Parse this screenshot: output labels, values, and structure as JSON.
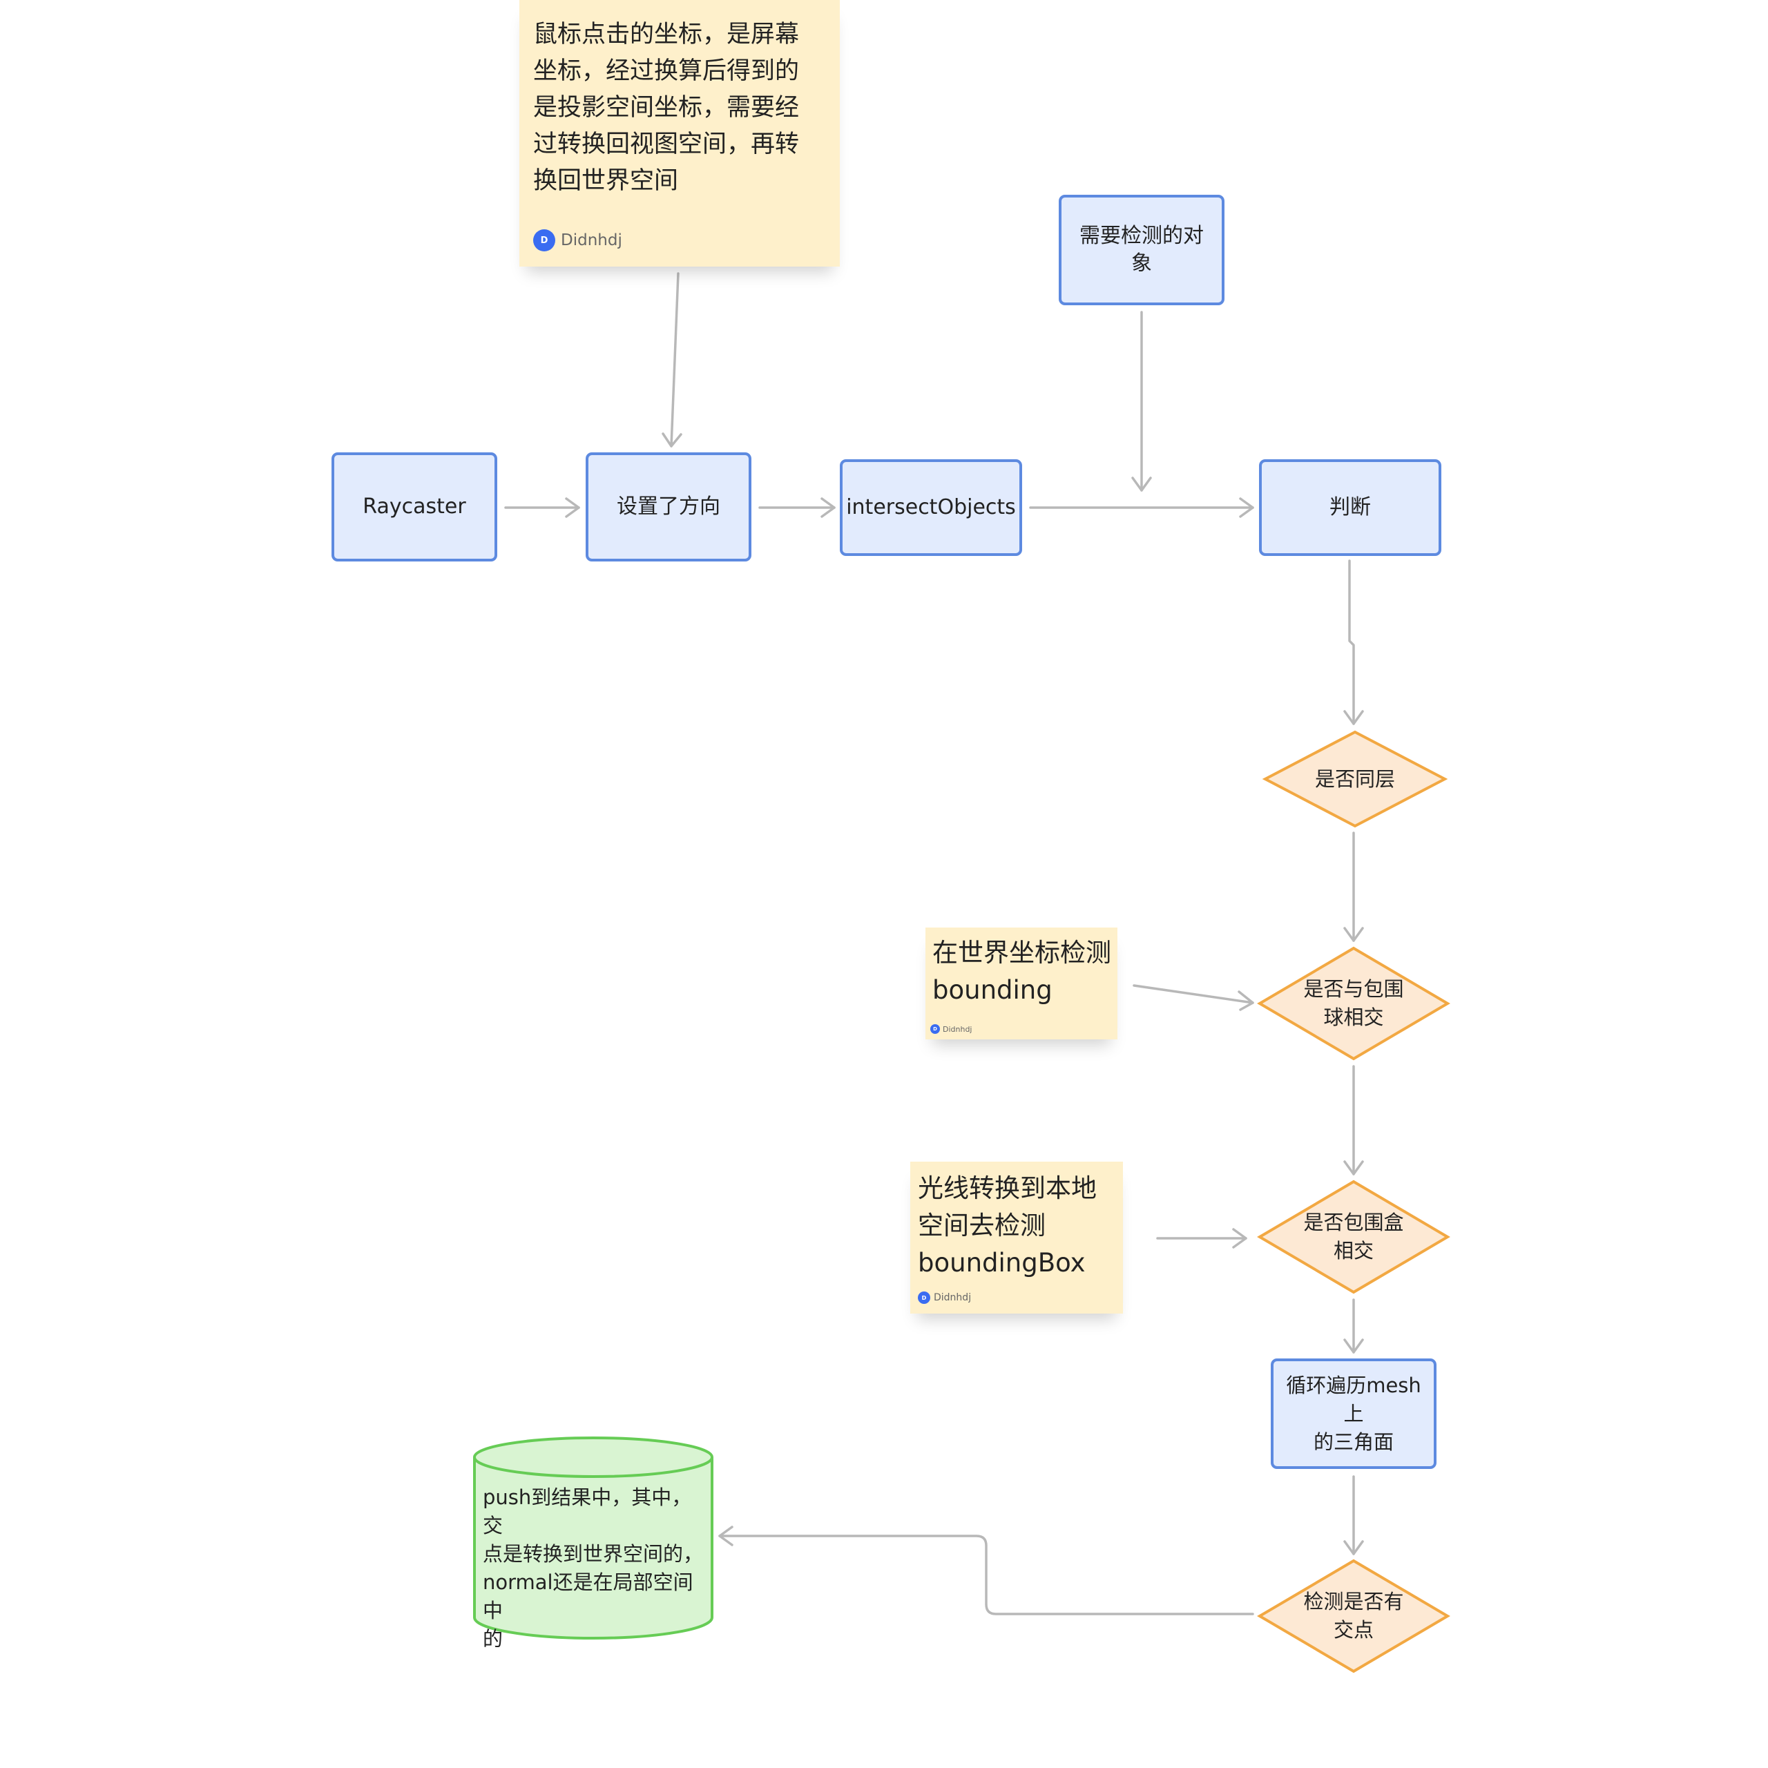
{
  "nodes": {
    "raycaster": "Raycaster",
    "set_direction": "设置了方向",
    "intersect_objects": "intersectObjects",
    "objects_to_check": "需要检测的对象",
    "judge": "判断",
    "same_layer": "是否同层",
    "sphere_intersect": "是否与包围\n球相交",
    "box_intersect": "是否包围盒\n相交",
    "loop_triangles": "循环遍历mesh上\n的三角面",
    "has_intersection": "检测是否有\n交点",
    "push_result": "push到结果中，其中，交\n点是转换到世界空间的，\nnormal还是在局部空间中\n的"
  },
  "notes": {
    "screen_coords": {
      "text": "鼠标点击的坐标，是屏幕\n坐标，经过换算后得到的\n是投影空间坐标，需要经\n过转换回视图空间，再转\n换回世界空间",
      "author": "Didnhdj",
      "avatar": "D"
    },
    "world_bounding": {
      "text": "在世界坐标检测\nbounding\n      .",
      "author": "Didnhdj",
      "avatar": "D"
    },
    "local_box": {
      "text": "光线转换到本地\n空间去检测\nboundingBox",
      "author": "Didnhdj",
      "avatar": "D"
    }
  },
  "colors": {
    "process_fill": "#e2ebfd",
    "process_stroke": "#5d8ae0",
    "decision_fill": "#fde9d4",
    "decision_stroke": "#f2a842",
    "data_fill": "#d9f4d2",
    "data_stroke": "#66cc55",
    "note_fill": "#fef0cb",
    "connector": "#b8b8b8",
    "avatar": "#3a6cf1"
  }
}
